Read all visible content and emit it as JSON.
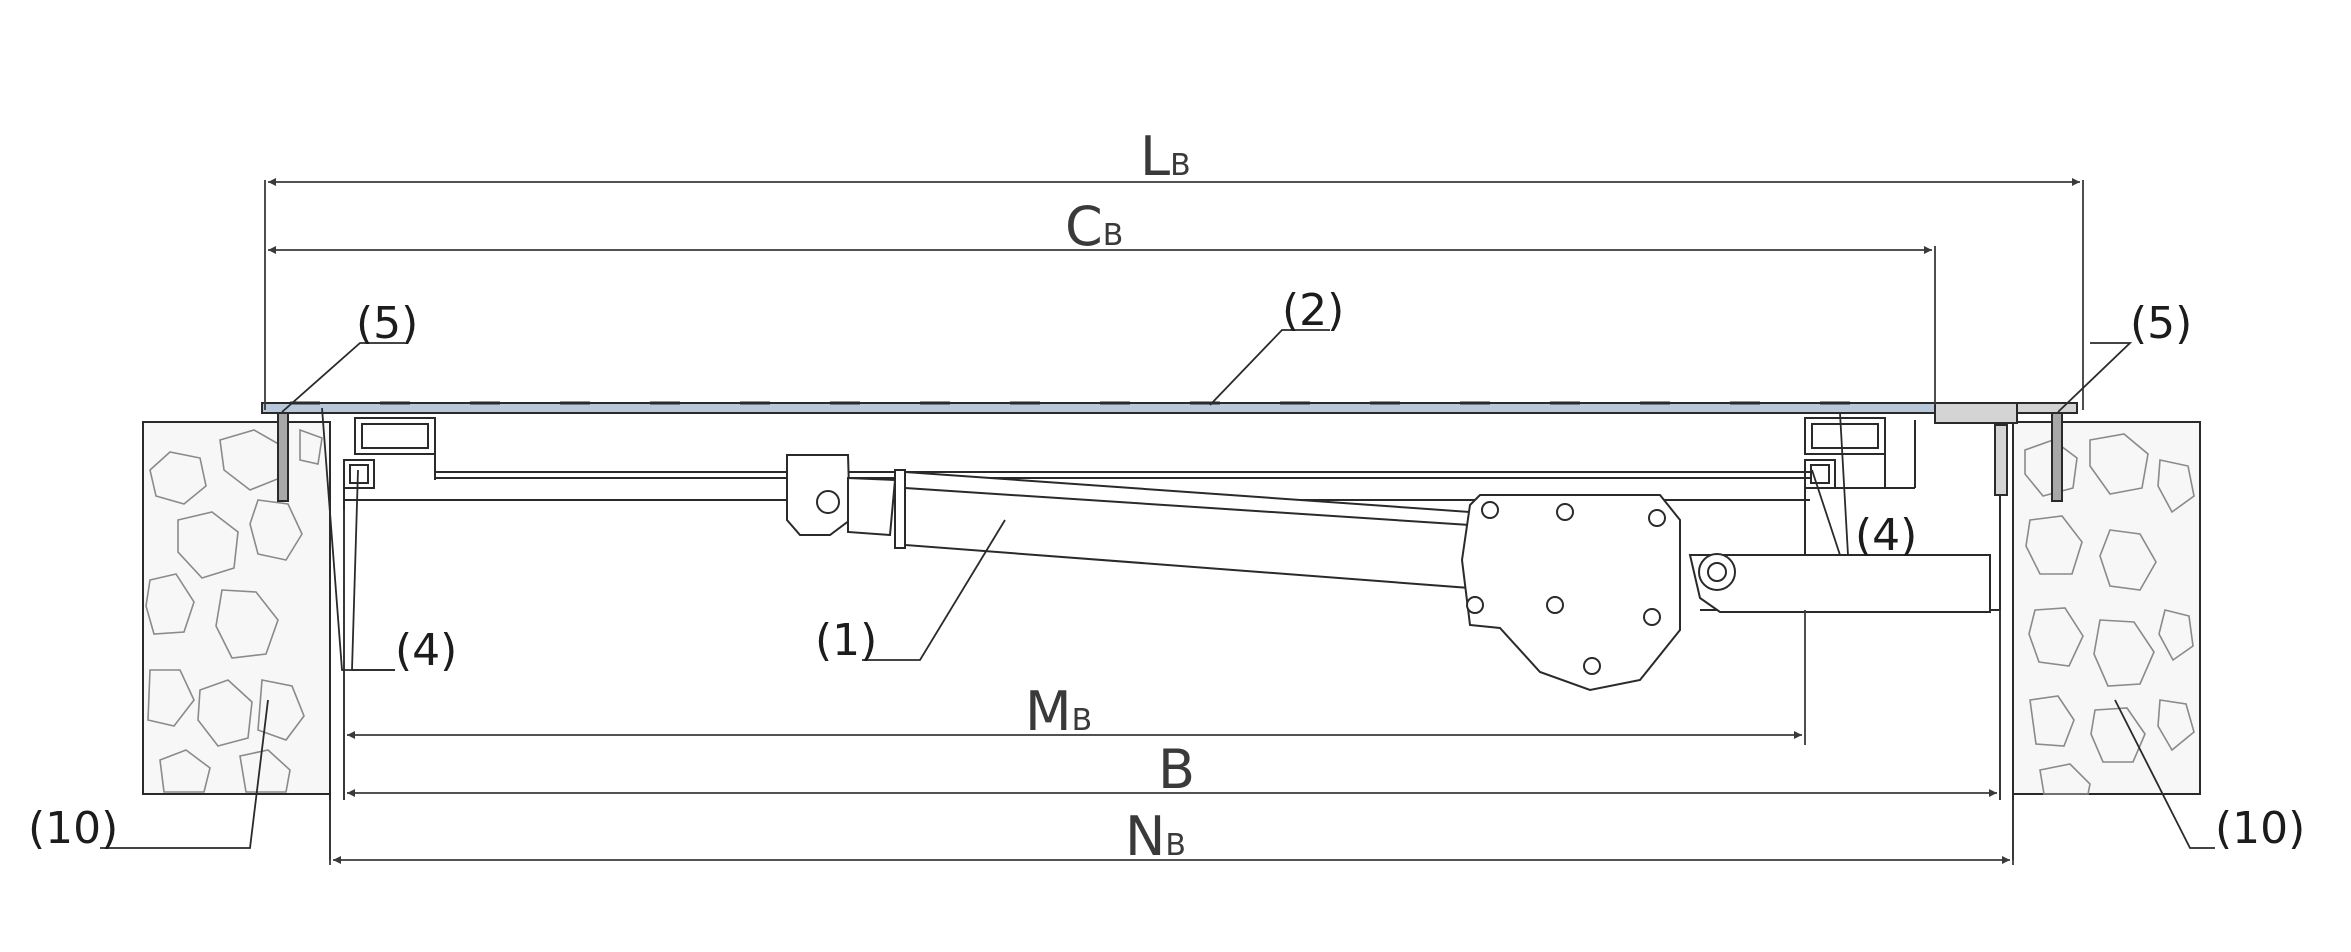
{
  "dimensions": {
    "LB": {
      "main": "L",
      "sub": "B"
    },
    "CB": {
      "main": "C",
      "sub": "B"
    },
    "MB": {
      "main": "M",
      "sub": "B"
    },
    "B": {
      "main": "B"
    },
    "NB": {
      "main": "N",
      "sub": "B"
    }
  },
  "callouts": {
    "c1": "(1)",
    "c2": "(2)",
    "c4_left": "(4)",
    "c4_right": "(4)",
    "c5_left": "(5)",
    "c5_right": "(5)",
    "c10_left": "(10)",
    "c10_right": "(10)"
  },
  "colors": {
    "line": "#2a2a2a",
    "dim_line": "#3a3a3a",
    "cover_fill": "#b9c8d8",
    "stone_fill": "#f7f7f7"
  }
}
